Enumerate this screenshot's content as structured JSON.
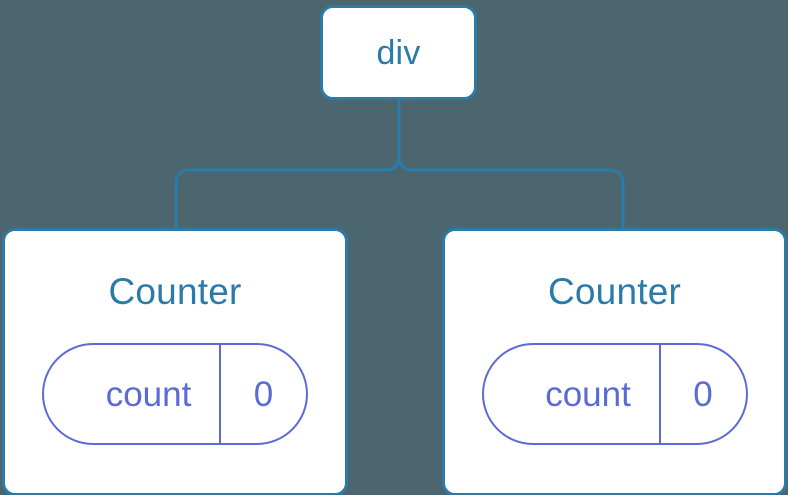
{
  "diagram": {
    "type": "component-tree",
    "background_color": "#4c6670",
    "node_border_color": "#2b7ba8",
    "node_fill_color": "#ffffff",
    "title_color": "#2b7ba8",
    "state_color": "#5b6bd6",
    "connector_color": "#2b7ba8",
    "root": {
      "label": "div"
    },
    "children": [
      {
        "label": "Counter",
        "state": {
          "key": "count",
          "value": "0"
        }
      },
      {
        "label": "Counter",
        "state": {
          "key": "count",
          "value": "0"
        }
      }
    ]
  }
}
